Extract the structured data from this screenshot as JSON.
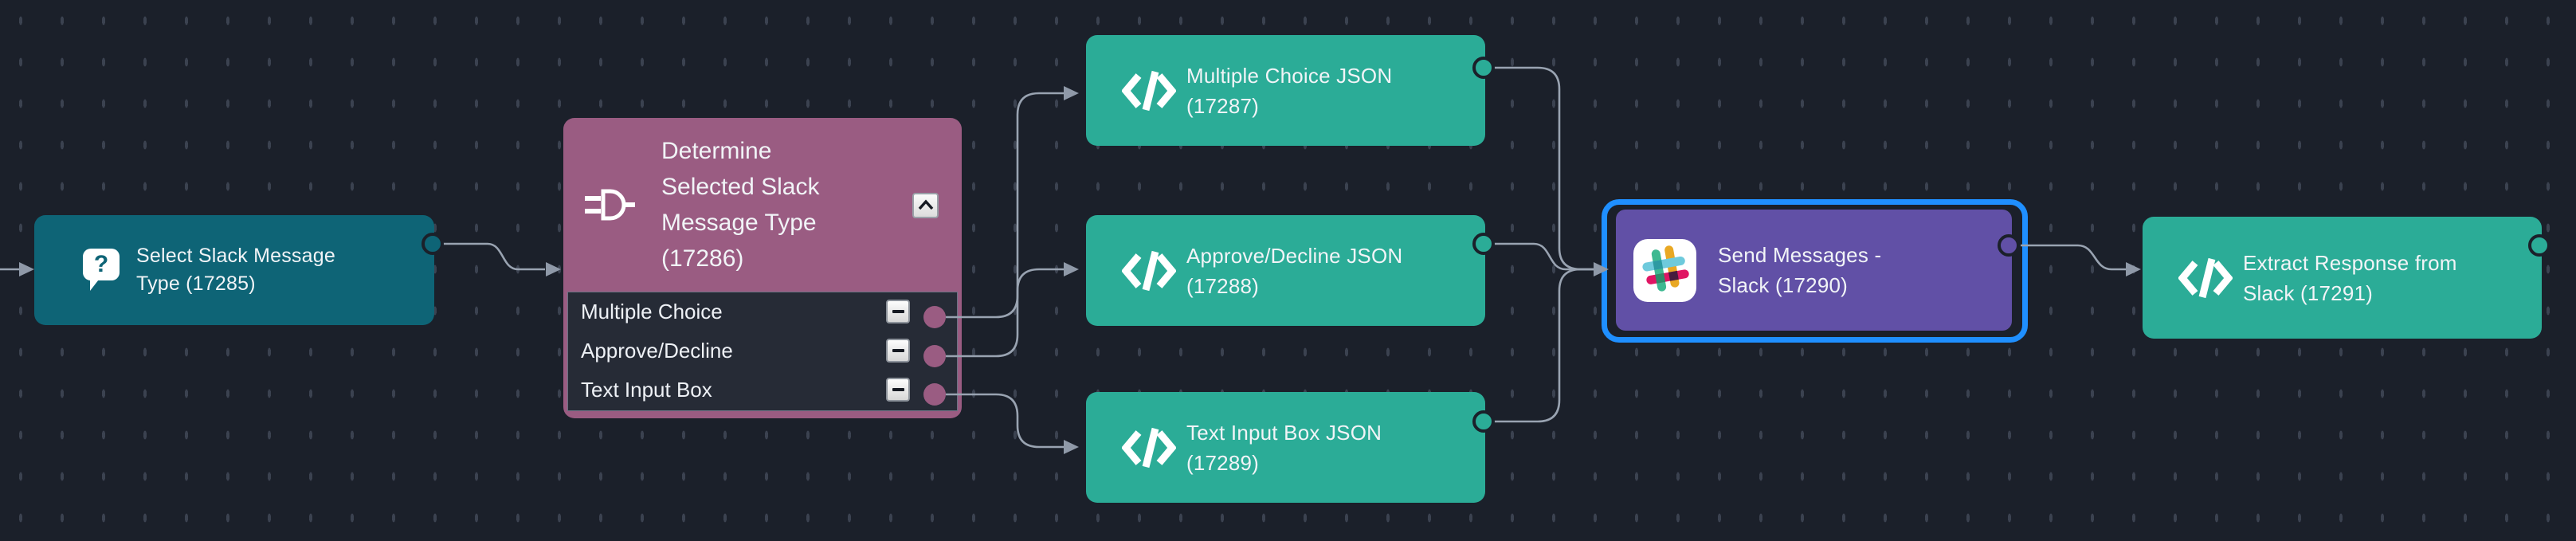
{
  "app": {
    "view": "workflow-canvas",
    "description_visible_nodes": 7
  },
  "colors": {
    "canvas_background": "#1b202a",
    "grid_dot": "#3b4250",
    "question_node": "#0e6476",
    "switch_node": "#9a5c82",
    "switch_rows_background": "#262b36",
    "json_node_teal": "#2bac97",
    "slack_node_purple": "#6150a6",
    "selection_blue": "#1f8fff",
    "wire_gray": "#99a3b1",
    "node_text": "#f1f4f7"
  },
  "nodes": {
    "select": {
      "title": "Select Slack Message\nType (17285)",
      "icon": "question-bubble-icon",
      "selected": false
    },
    "switch": {
      "title": "Determine\nSelected Slack\nMessage Type\n(17286)",
      "icon": "switch-plug-icon",
      "collapse_icon": "chevron-up-icon",
      "selected": false,
      "outputs": [
        "Multiple Choice",
        "Approve/Decline",
        "Text Input Box"
      ]
    },
    "multiple_choice_json": {
      "title": "Multiple Choice JSON\n(17287)",
      "icon": "code-icon",
      "selected": false
    },
    "approve_decline_json": {
      "title": "Approve/Decline JSON\n(17288)",
      "icon": "code-icon",
      "selected": false
    },
    "text_input_json": {
      "title": "Text Input Box JSON\n(17289)",
      "icon": "code-icon",
      "selected": false
    },
    "send_slack": {
      "title": "Send Messages -\nSlack (17290)",
      "icon": "slack-icon",
      "selected": true
    },
    "extract": {
      "title": "Extract Response from\nSlack (17291)",
      "icon": "code-icon",
      "selected": false
    }
  }
}
